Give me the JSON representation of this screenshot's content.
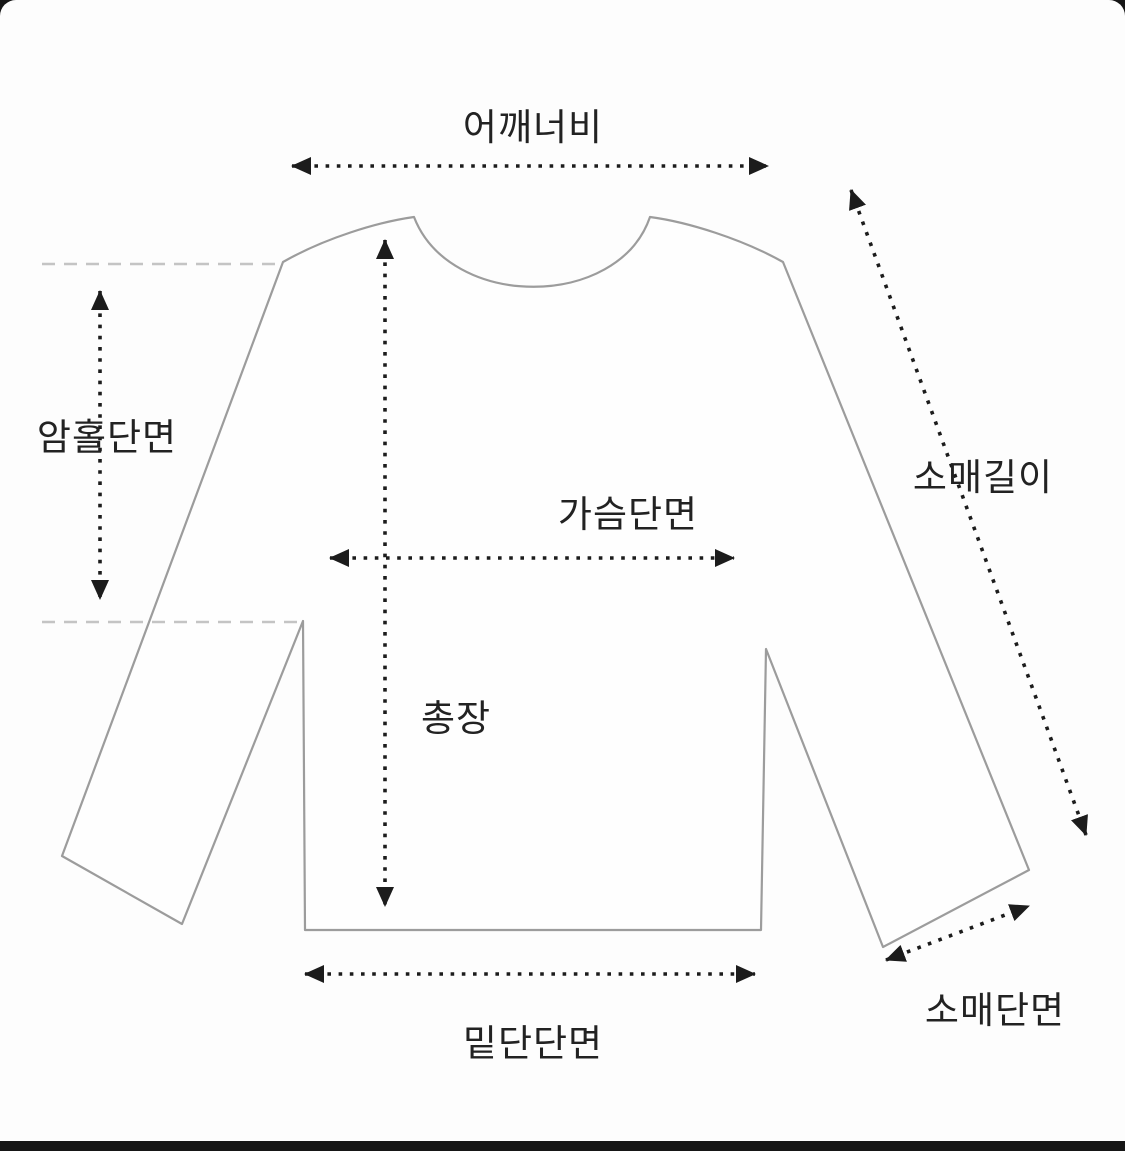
{
  "diagram": {
    "type": "diagram",
    "subject": "shirt-measurement-guide",
    "labels": {
      "shoulder_width": "어깨너비",
      "armhole_depth": "암홀단면",
      "sleeve_length": "소매길이",
      "chest_width": "가슴단면",
      "total_length": "총장",
      "hem_width": "밑단단면",
      "sleeve_cuff_width": "소매단면"
    },
    "colors": {
      "background": "#fdfdfd",
      "frame": "#161616",
      "garment_outline": "#9c9c9c",
      "measure_arrow": "#1c1c1c",
      "guide_line": "#c4c4c4",
      "label_text": "#222222"
    }
  }
}
